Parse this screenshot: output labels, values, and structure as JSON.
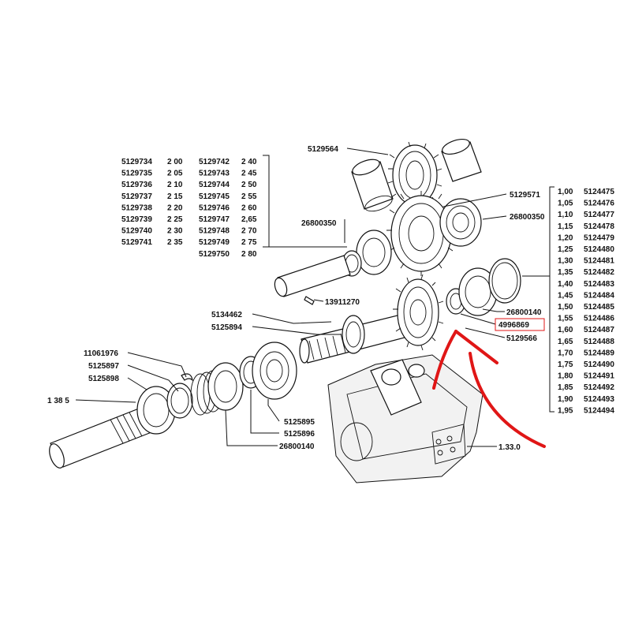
{
  "left_table": {
    "col1": [
      {
        "part": "5129734",
        "size": "2 00"
      },
      {
        "part": "5129735",
        "size": "2 05"
      },
      {
        "part": "5129736",
        "size": "2 10"
      },
      {
        "part": "5129737",
        "size": "2 15"
      },
      {
        "part": "5129738",
        "size": "2 20"
      },
      {
        "part": "5129739",
        "size": "2 25"
      },
      {
        "part": "5129740",
        "size": "2 30"
      },
      {
        "part": "5129741",
        "size": "2 35"
      }
    ],
    "col2": [
      {
        "part": "5129742",
        "size": "2 40"
      },
      {
        "part": "5129743",
        "size": "2 45"
      },
      {
        "part": "5129744",
        "size": "2 50"
      },
      {
        "part": "5129745",
        "size": "2 55"
      },
      {
        "part": "5129746",
        "size": "2 60"
      },
      {
        "part": "5129747",
        "size": "2,65"
      },
      {
        "part": "5129748",
        "size": "2 70"
      },
      {
        "part": "5129749",
        "size": "2 75"
      },
      {
        "part": "5129750",
        "size": "2 80"
      }
    ]
  },
  "right_table": [
    {
      "size": "1,00",
      "part": "5124475"
    },
    {
      "size": "1,05",
      "part": "5124476"
    },
    {
      "size": "1,10",
      "part": "5124477"
    },
    {
      "size": "1,15",
      "part": "5124478"
    },
    {
      "size": "1,20",
      "part": "5124479"
    },
    {
      "size": "1,25",
      "part": "5124480"
    },
    {
      "size": "1,30",
      "part": "5124481"
    },
    {
      "size": "1,35",
      "part": "5124482"
    },
    {
      "size": "1,40",
      "part": "5124483"
    },
    {
      "size": "1,45",
      "part": "5124484"
    },
    {
      "size": "1,50",
      "part": "5124485"
    },
    {
      "size": "1,55",
      "part": "5124486"
    },
    {
      "size": "1,60",
      "part": "5124487"
    },
    {
      "size": "1,65",
      "part": "5124488"
    },
    {
      "size": "1,70",
      "part": "5124489"
    },
    {
      "size": "1,75",
      "part": "5124490"
    },
    {
      "size": "1,80",
      "part": "5124491"
    },
    {
      "size": "1,85",
      "part": "5124492"
    },
    {
      "size": "1,90",
      "part": "5124493"
    },
    {
      "size": "1,95",
      "part": "5124494"
    }
  ],
  "labels": {
    "p5129564": "5129564",
    "p5129571": "5129571",
    "p26800350_right": "26800350",
    "p26800350_left": "26800350",
    "p13911270": "13911270",
    "p5134462": "5134462",
    "p5125894": "5125894",
    "p26800140_top": "26800140",
    "p4996869": "4996869",
    "p5129566": "5129566",
    "p11061976": "11061976",
    "p5125897": "5125897",
    "p5125898": "5125898",
    "p1385": "1 38 5",
    "p5125895": "5125895",
    "p5125896": "5125896",
    "p26800140_bottom": "26800140",
    "p1330": "1.33.0"
  },
  "colors": {
    "highlight": "#e01616",
    "ink": "#111111"
  }
}
